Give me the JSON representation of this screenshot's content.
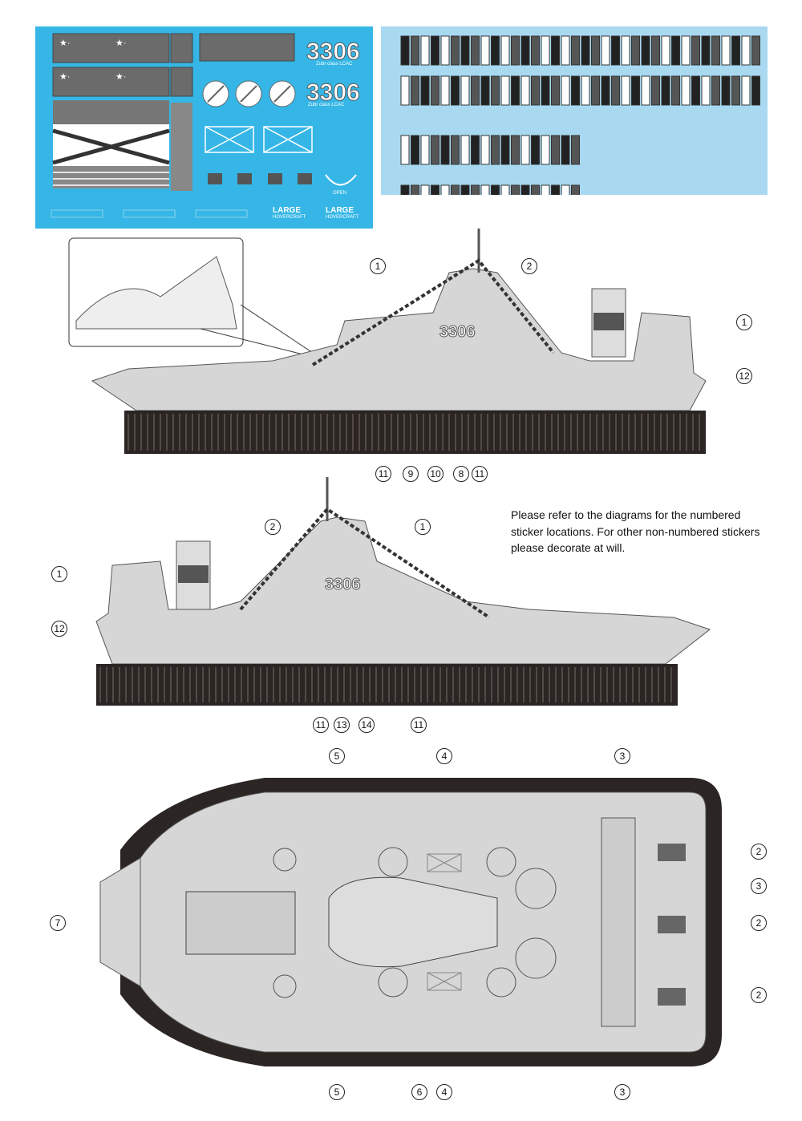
{
  "decal_sheet": {
    "hull_number_1": "3306",
    "hull_caption_1": "Zubr class LCAC",
    "hull_number_2": "3306",
    "hull_caption_2": "Zubr class LCAC",
    "open_label": "OPEN",
    "large_label_1": "LARGE",
    "hovercraft_label_1": "HOVERCRAFT",
    "large_label_2": "LARGE",
    "hovercraft_label_2": "HOVERCRAFT",
    "colors": {
      "sheet": "#35b6e6",
      "flag_sheet": "#a9d9f1"
    }
  },
  "side_view_starboard": {
    "hull_number": "3306",
    "callouts_top": [
      "1",
      "2"
    ],
    "callouts_right": [
      "1",
      "12"
    ],
    "callouts_bottom": [
      "11",
      "9",
      "10",
      "8",
      "11"
    ]
  },
  "side_view_port": {
    "hull_number": "3306",
    "callouts_top": [
      "2",
      "1"
    ],
    "callouts_left": [
      "1",
      "12"
    ],
    "callouts_bottom": [
      "11",
      "13",
      "14",
      "11"
    ]
  },
  "top_view": {
    "callouts_top": [
      "5",
      "4",
      "3"
    ],
    "callouts_right": [
      "2",
      "3",
      "2",
      "2"
    ],
    "callouts_left": [
      "7"
    ],
    "callouts_bottom": [
      "5",
      "6",
      "4",
      "3"
    ]
  },
  "note": "Please refer to the diagrams for the numbered sticker locations. For other non-numbered stickers please decorate at will."
}
